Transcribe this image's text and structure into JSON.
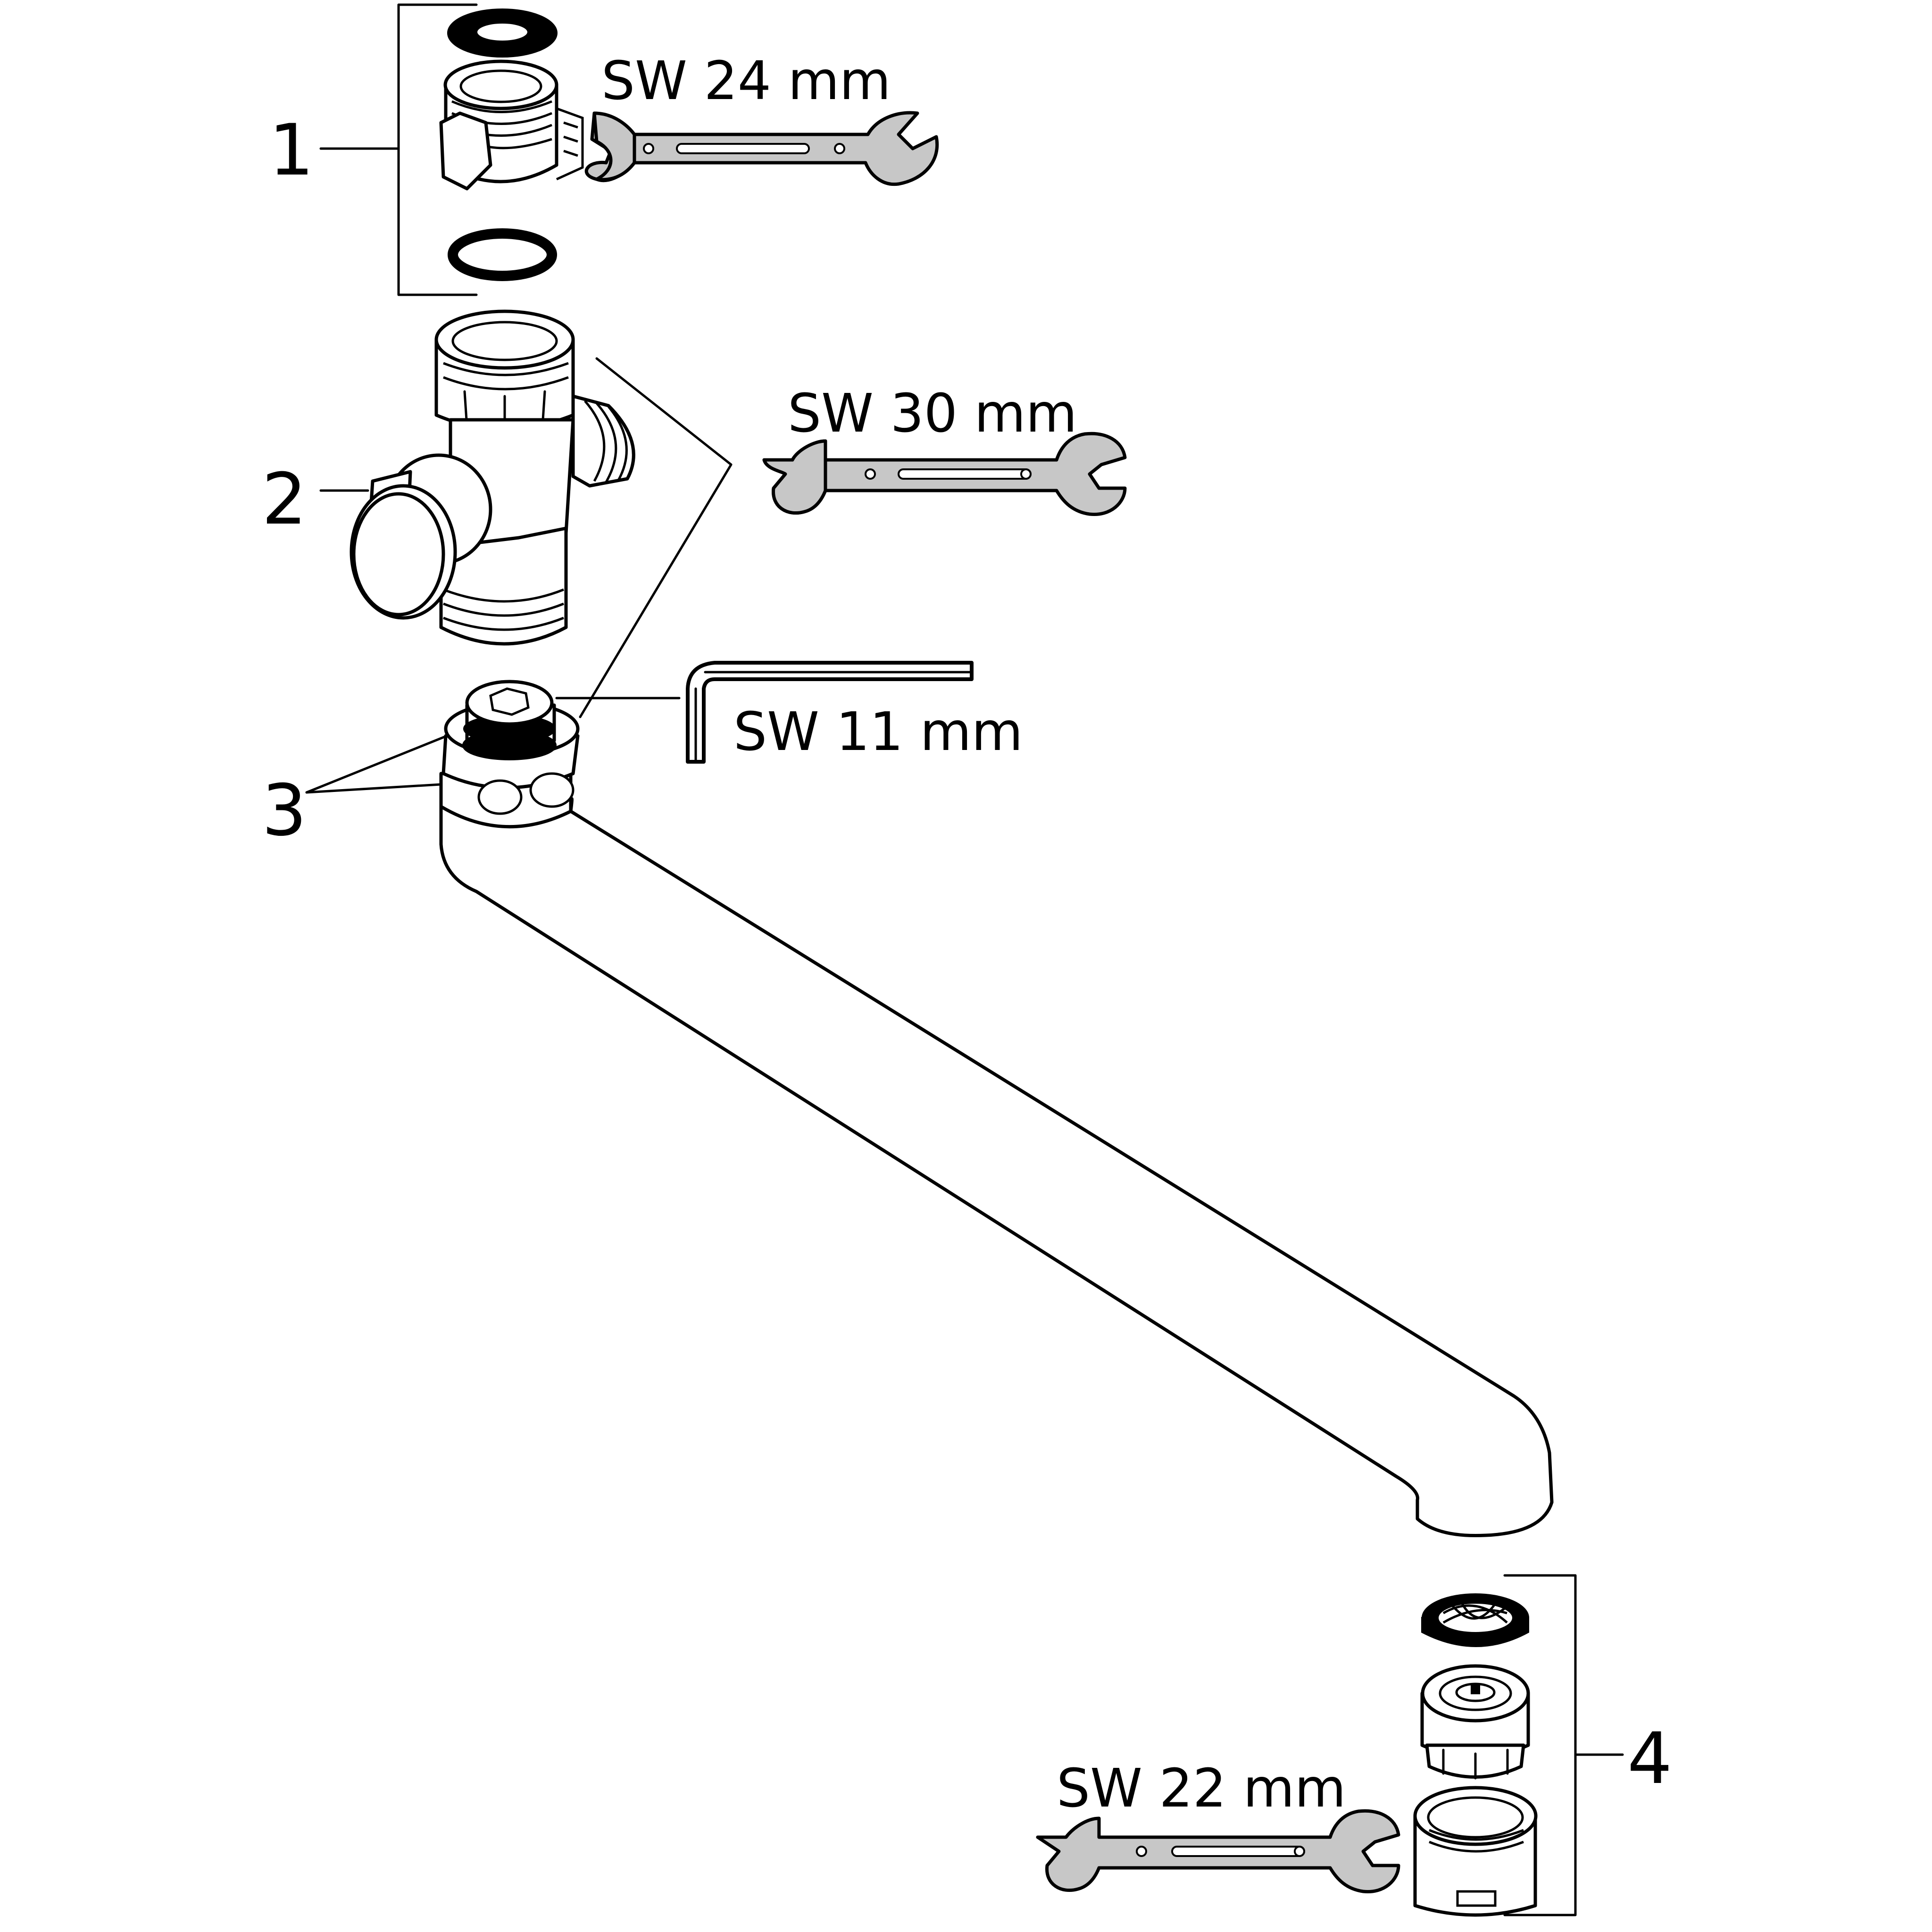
{
  "callouts": [
    {
      "id": "1",
      "text": "1"
    },
    {
      "id": "2",
      "text": "2"
    },
    {
      "id": "3",
      "text": "3"
    },
    {
      "id": "4",
      "text": "4"
    }
  ],
  "tool_labels": {
    "wrench_24": "SW 24 mm",
    "wrench_30": "SW 30 mm",
    "hex_key_11": "SW 11 mm",
    "wrench_22": "SW 22 mm"
  },
  "colors": {
    "line": "#000000",
    "tool_fill": "#c7c7c7",
    "background": "#ffffff"
  }
}
